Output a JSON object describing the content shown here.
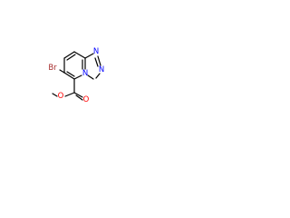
{
  "molecule": {
    "atom_labels": {
      "bromine": "Br",
      "ring_n_top": "N",
      "ring_n_right": "N",
      "ring_n_bridge": "N",
      "carbonyl_o": "O",
      "ester_o": "O"
    },
    "colors": {
      "bond": "#000000",
      "bromine": "#a52a2a",
      "nitrogen": "#0000ff",
      "oxygen": "#ff0000"
    }
  }
}
